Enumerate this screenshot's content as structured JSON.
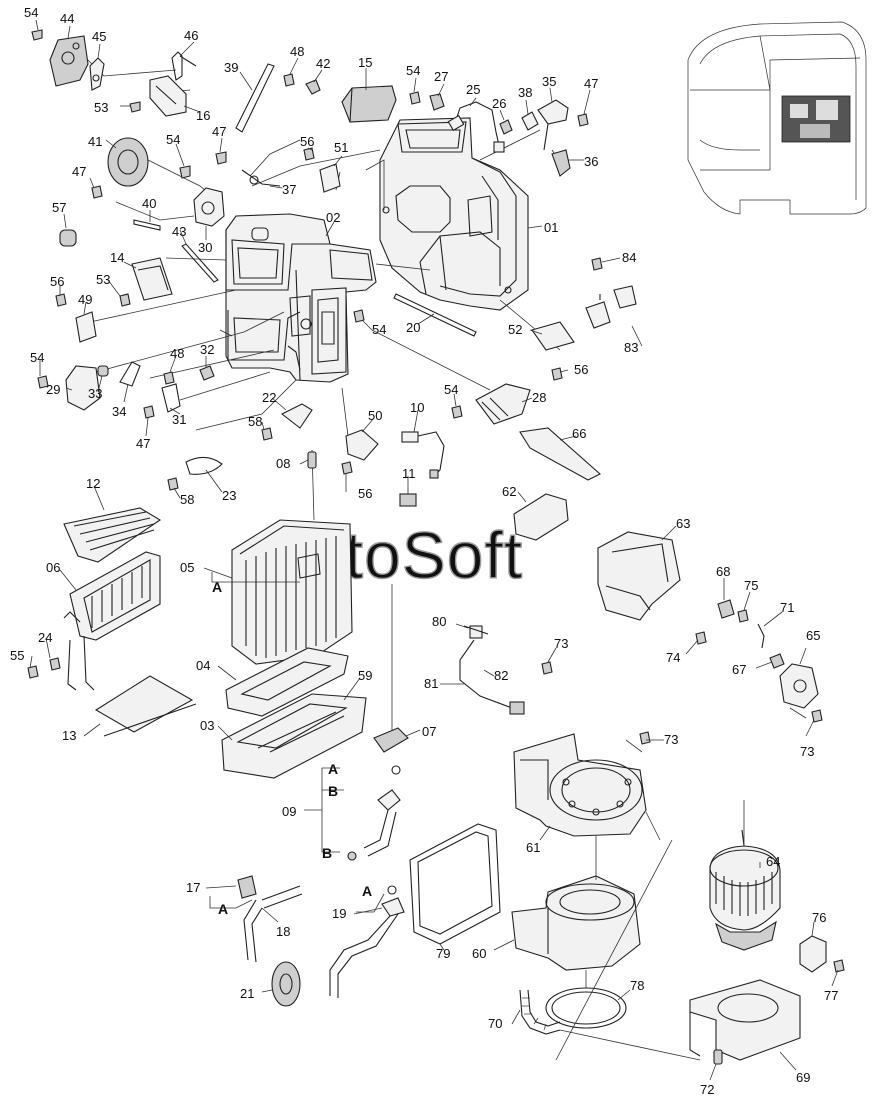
{
  "watermark": "AutoSoft",
  "callouts": {
    "c54a": "54",
    "c44": "44",
    "c45": "45",
    "c46": "46",
    "c53a": "53",
    "c16": "16",
    "c39": "39",
    "c48a": "48",
    "c42": "42",
    "c15": "15",
    "c54b": "54",
    "c27": "27",
    "c25": "25",
    "c26": "26",
    "c38": "38",
    "c35": "35",
    "c47a": "47",
    "c36": "36",
    "c41": "41",
    "c54c": "54",
    "c47b": "47",
    "c56a": "56",
    "c51": "51",
    "c37": "37",
    "c47c": "47",
    "c57": "57",
    "c40": "40",
    "c30": "30",
    "c43": "43",
    "c02": "02",
    "c01": "01",
    "c84": "84",
    "c14": "14",
    "c53b": "53",
    "c56b": "56",
    "c49": "49",
    "c54d": "54",
    "c20": "20",
    "c52": "52",
    "c83": "83",
    "c54e": "54",
    "c29": "29",
    "c33": "33",
    "c34": "34",
    "c48b": "48",
    "c32": "32",
    "c31": "31",
    "c47d": "47",
    "c56c": "56",
    "c54f": "54",
    "c28": "28",
    "c22": "22",
    "c58a": "58",
    "c50": "50",
    "c10": "10",
    "c08": "08",
    "c23": "23",
    "c58b": "58",
    "c56d": "56",
    "c11": "11",
    "c66": "66",
    "c12": "12",
    "c62": "62",
    "c63": "63",
    "c06": "06",
    "c05": "05",
    "c68": "68",
    "c75": "75",
    "c71": "71",
    "c24": "24",
    "c55": "55",
    "c80": "80",
    "c73a": "73",
    "c74": "74",
    "c65": "65",
    "c67": "67",
    "c04": "04",
    "c59": "59",
    "c81": "81",
    "c82": "82",
    "c73b": "73",
    "c13": "13",
    "c03": "03",
    "c07": "07",
    "c73c": "73",
    "c09": "09",
    "c61": "61",
    "c64": "64",
    "c17": "17",
    "c18": "18",
    "c19": "19",
    "c79": "79",
    "c60": "60",
    "c76": "76",
    "c77": "77",
    "c21": "21",
    "c78": "78",
    "c70": "70",
    "c72": "72",
    "c69": "69"
  },
  "hose_refs": {
    "a_05": "A",
    "a_09": "A",
    "b_09a": "B",
    "b_09b": "B",
    "a_17": "A",
    "a_19": "A"
  }
}
